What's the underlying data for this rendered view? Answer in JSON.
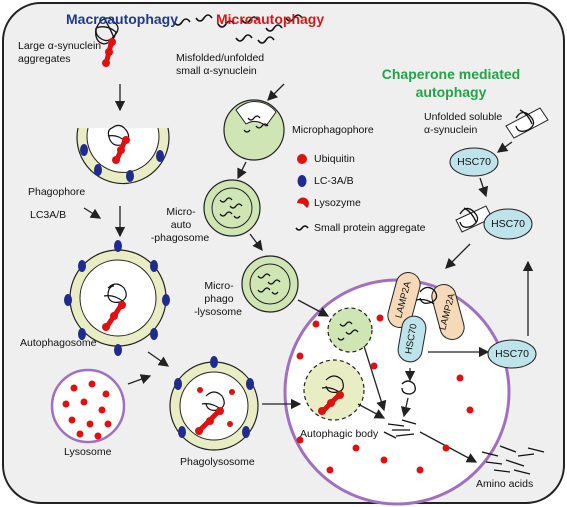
{
  "titles": {
    "macro": "Macroautophagy",
    "micro": "Microautophagy",
    "cma_line1": "Chaperone mediated",
    "cma_line2": "autophagy"
  },
  "colors": {
    "macro_title": "#1f3a8a",
    "micro_title": "#d11a1a",
    "cma_title": "#22a447",
    "vesicle_fill": "#e8edc4",
    "micro_fill": "#cfe6b4",
    "lysosome_border": "#a070c0",
    "ubiquitin": "#e01010",
    "lc3": "#1f2b8f",
    "hsc70_fill": "#bfe3ea",
    "lamp2a_fill": "#f5d9b8"
  },
  "labels": {
    "large_agg_1": "Large α-synuclein",
    "large_agg_2": "aggregates",
    "misfolded_1": "Misfolded/unfolded",
    "misfolded_2": "small α-synuclein",
    "unfolded_1": "Unfolded soluble",
    "unfolded_2": "α-synuclein",
    "microphagophore": "Microphagophore",
    "phagophore": "Phagophore",
    "lc3ab": "LC3A/B",
    "microauto_1": "Micro-",
    "microauto_2": "auto",
    "microauto_3": "-phagosome",
    "microphago_1": "Micro-",
    "microphago_2": "phago",
    "microphago_3": "-lysosome",
    "autophagosome": "Autophagosome",
    "lysosome": "Lysosome",
    "phagolysosome": "Phagolysosome",
    "autophagic_body": "Autophagic body",
    "amino_acids": "Amino acids",
    "hsc70_top": "HSC70",
    "hsc70_mid": "HSC70",
    "hsc70_inner": "HSC70",
    "hsc70_right": "HSC70",
    "lamp2a_left": "LAMP2A",
    "lamp2a_right": "LAMP2A"
  },
  "legend": {
    "ubiquitin": "Ubiquitin",
    "lc3": "LC-3A/B",
    "lysozyme": "Lysozyme",
    "aggregate": "Small protein aggregate"
  }
}
